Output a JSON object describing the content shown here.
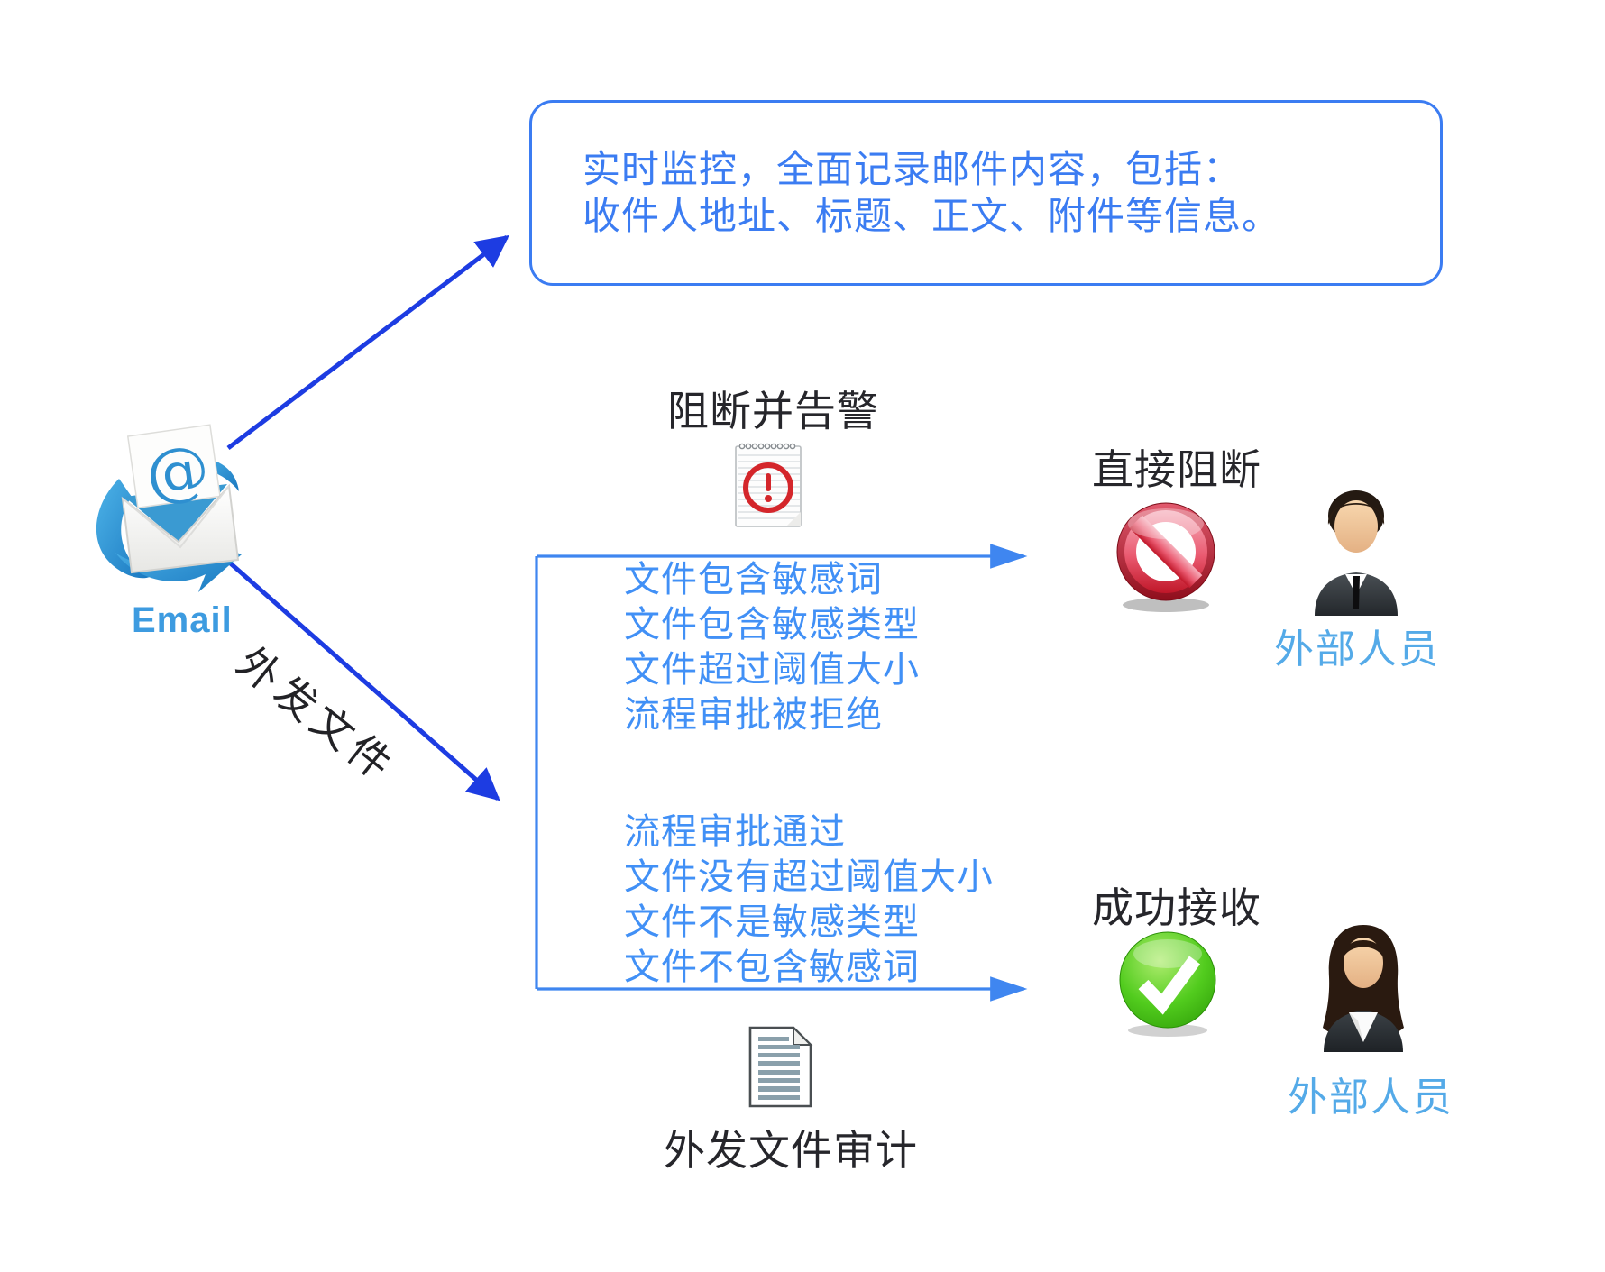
{
  "monitor_box": {
    "line1": "实时监控，全面记录邮件内容，包括：",
    "line2": "收件人地址、标题、正文、附件等信息。"
  },
  "email": {
    "label": "Email"
  },
  "outgoing_label": "外发文件",
  "block_alert": {
    "title": "阻断并告警",
    "conditions": [
      "文件包含敏感词",
      "文件包含敏感类型",
      "文件超过阈值大小",
      "流程审批被拒绝"
    ]
  },
  "pass": {
    "conditions": [
      "流程审批通过",
      "文件没有超过阈值大小",
      "文件不是敏感类型",
      "文件不包含敏感词"
    ]
  },
  "direct_block": {
    "title": "直接阻断",
    "receiver": "外部人员"
  },
  "success": {
    "title": "成功接收",
    "receiver": "外部人员"
  },
  "audit": {
    "label": "外发文件审计"
  },
  "icons": {
    "email": "email-envelope-icon",
    "alert": "notepad-exclamation-icon",
    "block": "prohibition-icon",
    "success": "green-check-icon",
    "receiver_block": "businessman-icon",
    "receiver_success": "businesswoman-icon",
    "audit": "document-icon"
  },
  "colors": {
    "arrow_blue": "#1d3ce2",
    "bracket_blue": "#3f86f0",
    "box_blue": "#3b7cf2",
    "list_blue": "#4190f6",
    "label_blue": "#54aae8",
    "email_blue": "#3d9be0",
    "dark_text": "#26262b",
    "alert_red": "#d4262b",
    "block_red": "#c41f2e",
    "success_green": "#3cb814"
  }
}
